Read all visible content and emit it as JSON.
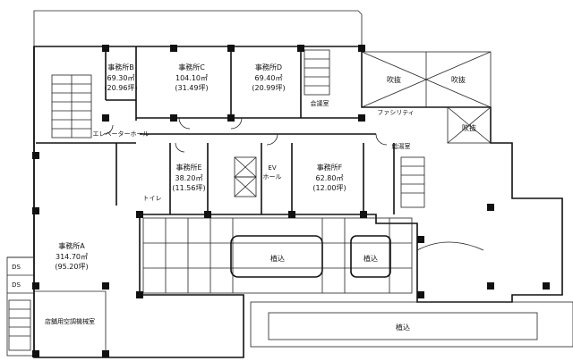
{
  "rooms": {
    "office_a": {
      "name": "事務所A",
      "area": "314.70㎡",
      "tsubo": "(95.20坪)"
    },
    "office_b": {
      "name": "事務所B",
      "area": "69.30㎡",
      "tsubo": "(20.96坪)"
    },
    "office_c": {
      "name": "事務所C",
      "area": "104.10㎡",
      "tsubo": "(31.49坪)"
    },
    "office_d": {
      "name": "事務所D",
      "area": "69.40㎡",
      "tsubo": "(20.99坪)"
    },
    "office_e": {
      "name": "事務所E",
      "area": "38.20㎡",
      "tsubo": "(11.56坪)"
    },
    "office_f": {
      "name": "事務所F",
      "area": "62.80㎡",
      "tsubo": "(12.00坪)"
    }
  },
  "labels": {
    "elevator_hall": "エレベーターホール",
    "ev": "EV",
    "ev_hall": "ホール",
    "meeting_room": "会議室",
    "delivery": "ファシリティ",
    "void_1": "吹抜",
    "void_2": "吹抜",
    "void_3": "吹抜",
    "planting_1": "植込",
    "planting_2": "植込",
    "planting_3": "植込",
    "toilet": "トイレ",
    "ds_1": "DS",
    "ds_2": "DS",
    "machine_room": "店舗用空調機械室",
    "pantry": "給湯室"
  }
}
